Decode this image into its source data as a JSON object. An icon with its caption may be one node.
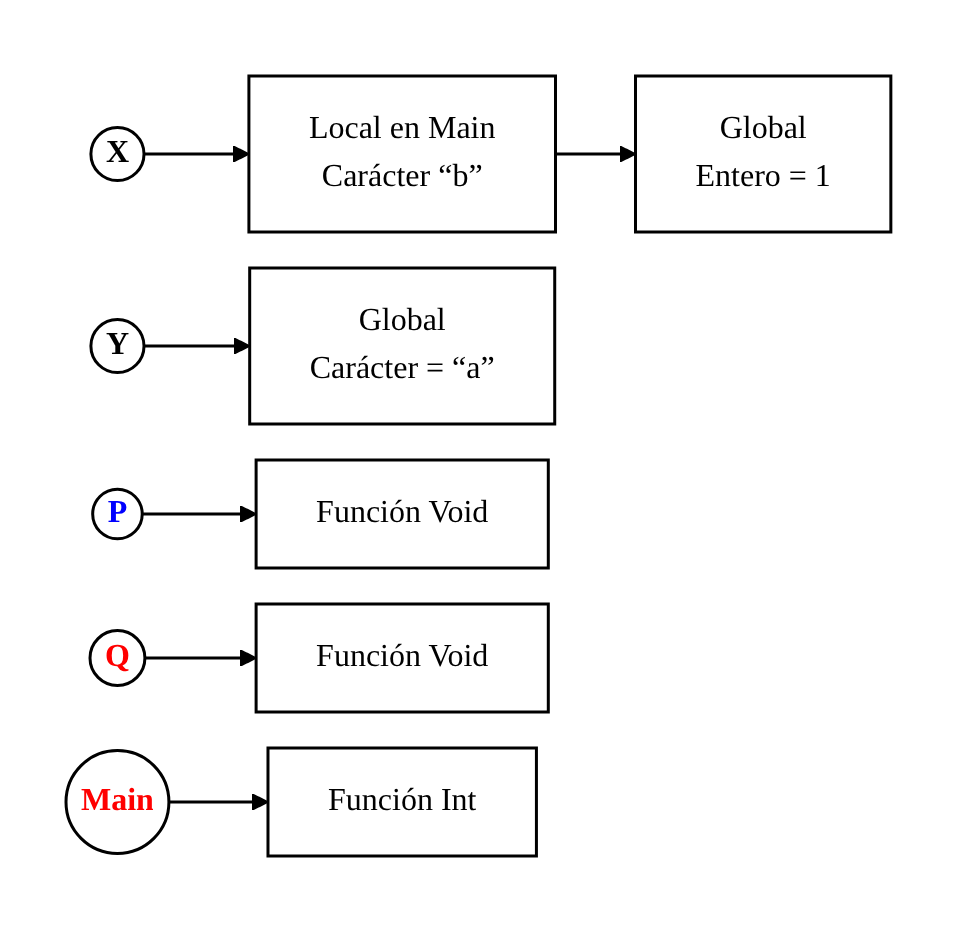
{
  "diagram": {
    "nodes": [
      {
        "text": [
          "X"
        ]
      },
      {
        "text": [
          "Local en Main",
          "Carácter “b”"
        ]
      },
      {
        "text": [
          "Global",
          "Entero = 1"
        ]
      },
      {
        "text": [
          "Y"
        ]
      },
      {
        "text": [
          "Global",
          "Carácter = “a”"
        ]
      },
      {
        "text": [
          "P"
        ]
      },
      {
        "text": [
          "Función Void"
        ]
      },
      {
        "text": [
          "Q"
        ]
      },
      {
        "text": [
          "Función Void"
        ]
      },
      {
        "text": [
          "Main"
        ]
      },
      {
        "text": [
          "Función Int"
        ]
      }
    ],
    "edges": [
      {
        "from": 0,
        "to": 1,
        "arrow": "to"
      },
      {
        "from": 1,
        "to": 2,
        "arrow": "to"
      },
      {
        "from": 3,
        "to": 4,
        "arrow": "to"
      },
      {
        "from": 5,
        "to": 6,
        "arrow": "to"
      },
      {
        "from": 7,
        "to": 8,
        "arrow": "to"
      },
      {
        "from": 9,
        "to": 10,
        "arrow": "to"
      }
    ]
  }
}
